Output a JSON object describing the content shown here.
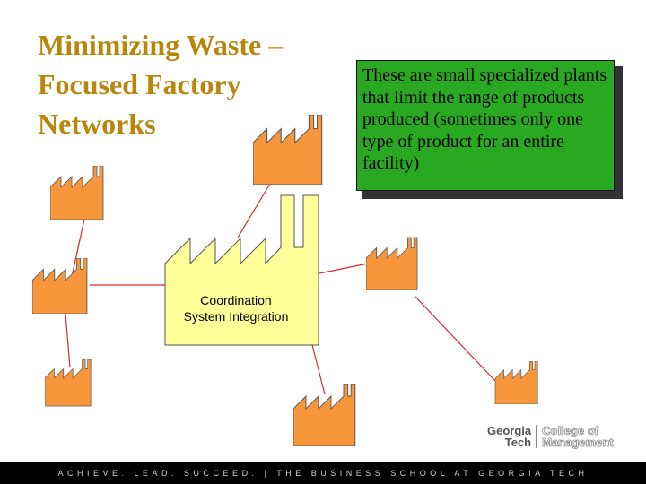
{
  "title": {
    "line1": "Minimizing Waste –",
    "line2": "Focused Factory",
    "line3": "Networks"
  },
  "callout": {
    "text": "These are small specialized plants that limit the range of products produced (sometimes only one type of product for an entire facility)"
  },
  "hub": {
    "line1": "Coordination",
    "line2": "System Integration"
  },
  "logo": {
    "left_line1": "Georgia",
    "left_line2": "Tech",
    "right_line1": "College of",
    "right_line2": "Management"
  },
  "footer": {
    "text": "ACHIEVE. LEAD. SUCCEED.  |  THE BUSINESS SCHOOL  AT GEORGIA TECH"
  },
  "colors": {
    "title": "#b8860b",
    "factory_fill": "#f7963b",
    "hub_fill": "#ffff99",
    "callout_bg": "#2aa822",
    "connector": "#d9272e",
    "footer_bg": "#000000"
  }
}
